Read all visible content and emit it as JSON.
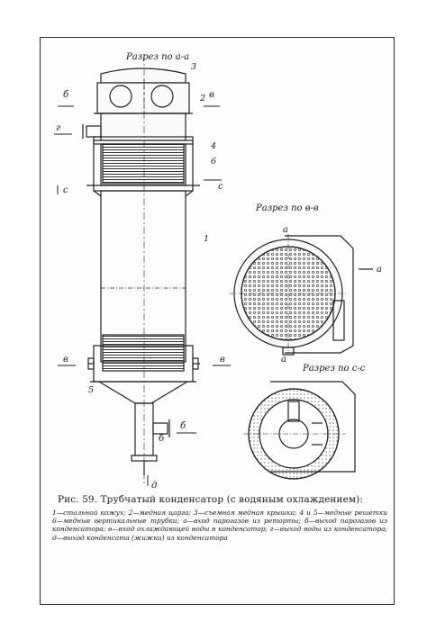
{
  "labels": {
    "section_top": "Разрез по а-а",
    "section_b": "Разрез по в-в",
    "section_c": "Разрез по с-с",
    "a": "а",
    "b": "б",
    "v": "в",
    "g": "г",
    "d": "д",
    "c": "с",
    "n1": "1",
    "n2": "2",
    "n3": "3",
    "n4": "4",
    "n5": "5",
    "n6": "6"
  },
  "caption": {
    "title": "Рис. 59. Трубчатый конденсатор (с водяным охлаждением):",
    "body": "1—стальной кожух; 2—медная царга; 3—съемная медная крышка; 4 и 5—медные решетки 6—медные вертикальные трубки; а—вход парогазов из реторты; б—выход парогазов из конденсатора; в—вход охлаждающей воды в конденсатор; г—выход воды из конденсатора; д—выход конденсата (жижки) из конденсатора"
  }
}
